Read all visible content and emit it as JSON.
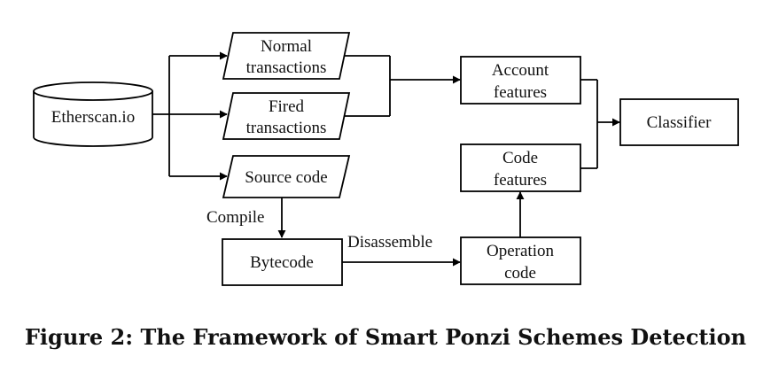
{
  "diagram": {
    "nodes": {
      "etherscan": "Etherscan.io",
      "normal_tx": [
        "Normal",
        "transactions"
      ],
      "fired_tx": [
        "Fired",
        "transactions"
      ],
      "source_code": "Source code",
      "bytecode": "Bytecode",
      "account_features": [
        "Account",
        "features"
      ],
      "code_features": [
        "Code",
        "features"
      ],
      "operation_code": [
        "Operation",
        "code"
      ],
      "classifier": "Classifier"
    },
    "edge_labels": {
      "compile": "Compile",
      "disassemble": "Disassemble"
    }
  },
  "caption": "Figure 2: The Framework of Smart Ponzi Schemes Detection"
}
